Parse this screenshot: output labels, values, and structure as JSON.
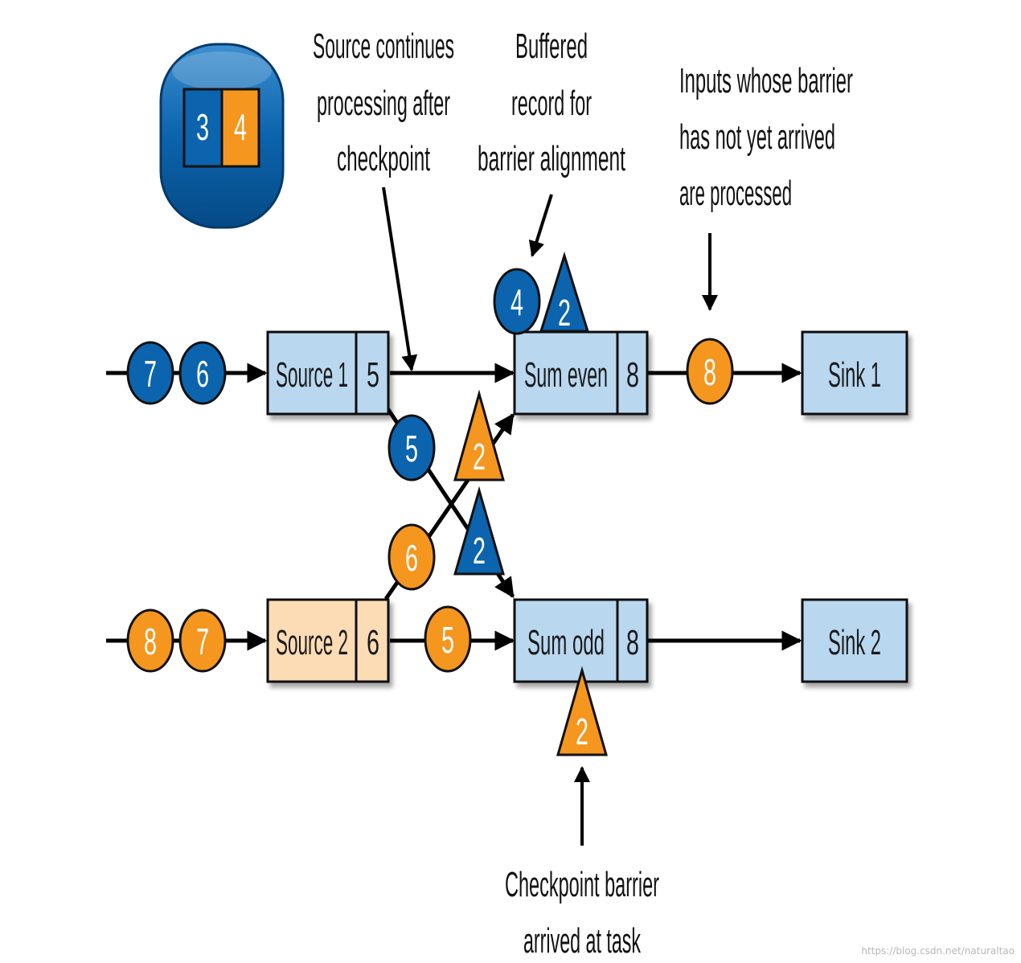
{
  "database": {
    "cells": [
      "3",
      "4"
    ]
  },
  "operators": {
    "source1": {
      "label": "Source 1",
      "value": "5"
    },
    "source2": {
      "label": "Source 2",
      "value": "6"
    },
    "sum_even": {
      "label": "Sum even",
      "value": "8"
    },
    "sum_odd": {
      "label": "Sum odd",
      "value": "8"
    },
    "sink1": {
      "label": "Sink 1"
    },
    "sink2": {
      "label": "Sink 2"
    }
  },
  "records": {
    "input1": [
      "7",
      "6"
    ],
    "input2": [
      "8",
      "7"
    ],
    "blue_in_flight": "5",
    "orange_in_flight": "6",
    "orange_to_sum_odd": "5",
    "buffered": "4",
    "output_sink1": "8"
  },
  "barriers": {
    "blue_sum_even": "2",
    "orange_in_flight": "2",
    "blue_in_flight": "2",
    "orange_sum_odd": "2"
  },
  "annotations": {
    "source_continues": [
      "Source continues",
      "processing after",
      "checkpoint"
    ],
    "buffered_record": [
      "Buffered",
      "record for",
      "barrier alignment"
    ],
    "inputs_processed": [
      "Inputs whose barrier",
      "has not yet arrived",
      "are processed"
    ],
    "barrier_arrived": [
      "Checkpoint barrier",
      "arrived at task"
    ]
  },
  "colors": {
    "blue": "#0b64ad",
    "orange": "#f5961e",
    "box_blue": "#b9d7ef",
    "box_peach": "#fbdcb4"
  },
  "watermark": "https://blog.csdn.net/naturaltao"
}
